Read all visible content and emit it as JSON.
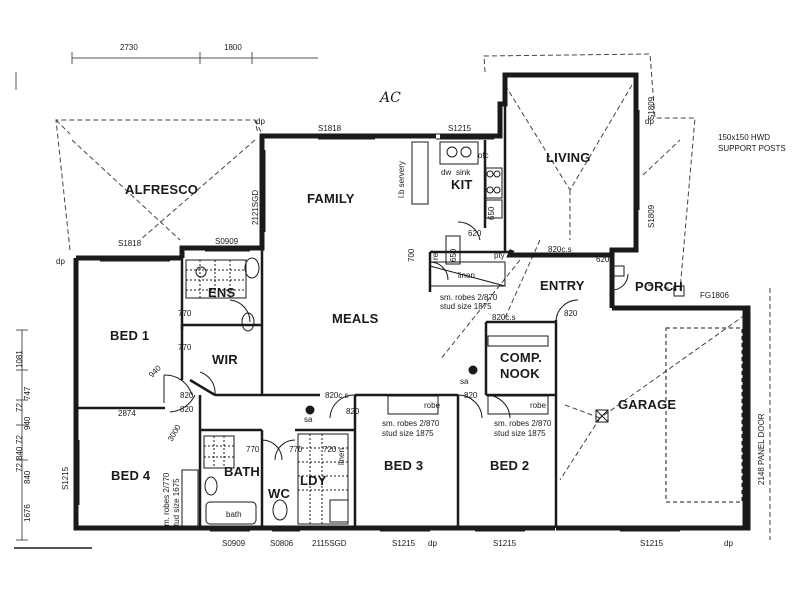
{
  "rooms": {
    "alfresco": "ALFRESCO",
    "family": "FAMILY",
    "kit": "KIT",
    "living": "LIVING",
    "ens": "ENS",
    "bed1": "BED 1",
    "wir": "WIR",
    "meals": "MEALS",
    "entry": "ENTRY",
    "porch": "PORCH",
    "comp_nook": [
      "COMP.",
      "NOOK"
    ],
    "garage": "GARAGE",
    "bed4": "BED 4",
    "bath": "BATH",
    "wc": "WC",
    "ldy": "LDY",
    "bed3": "BED 3",
    "bed2": "BED 2"
  },
  "annotations": {
    "support_posts": [
      "150x150 HWD",
      "SUPPORT POSTS"
    ],
    "robes_kitchen": [
      "sm. robes 2/870",
      "stud size 1875"
    ],
    "robes_bed3": [
      "sm. robes 2/870",
      "stud size 1875"
    ],
    "robes_bed2": [
      "sm. robes 2/870",
      "stud size 1875"
    ],
    "robes_bed4": [
      "sm. robes 2/770",
      "stud size 1675"
    ],
    "panel_door": "2148 PANEL DOOR",
    "handwritten": "AC",
    "fixtures": {
      "dw": "dw",
      "sink": "sink",
      "ref": "ref",
      "pty": "pty",
      "linen": "linen",
      "bath": "bath",
      "robe": "robe",
      "lb_servery": "l.b servery",
      "sa": "sa",
      "dp": "dp",
      "ofc": "ofc"
    }
  },
  "dimensions": {
    "top_left": "2730",
    "top_mid": "1800",
    "s1818_top": "S1818",
    "s1215_top": "S1215",
    "s1809_a": "S1809",
    "s1809_b": "S1809",
    "s2121sgd": "2121SGD",
    "s1818_alf": "S1818",
    "s0909_ens": "S0909",
    "d650_kit": "650",
    "d620_kit": "620",
    "d700": "700",
    "d650_pty": "650",
    "d620_entry": "620",
    "d820cs_entry": "820c.s",
    "d770_ens": "770",
    "d770_wir": "770",
    "d940": "940",
    "d820_bed1": "820",
    "d820_hall": "820",
    "d820cs_hall": "820c.s",
    "d820_bed3": "820",
    "d820_bed2": "820",
    "d820cs_nook": "820c.s",
    "d820_garage": "820",
    "d2874": "2874",
    "d3000": "3000",
    "d770_bath": "770",
    "d770_ldy": "770",
    "d720": "720",
    "fg1806": "FG1806",
    "s1215_w": "S1215",
    "s0909_b": "S0909",
    "s0806": "S0806",
    "s2115sgd": "2115SGD",
    "s1215_b1": "S1215",
    "s1215_b2": "S1215",
    "s1215_b3": "S1215",
    "left_dims": [
      "1081",
      "747",
      "72",
      "940",
      "72",
      "840",
      "72",
      "840",
      "1676"
    ]
  }
}
